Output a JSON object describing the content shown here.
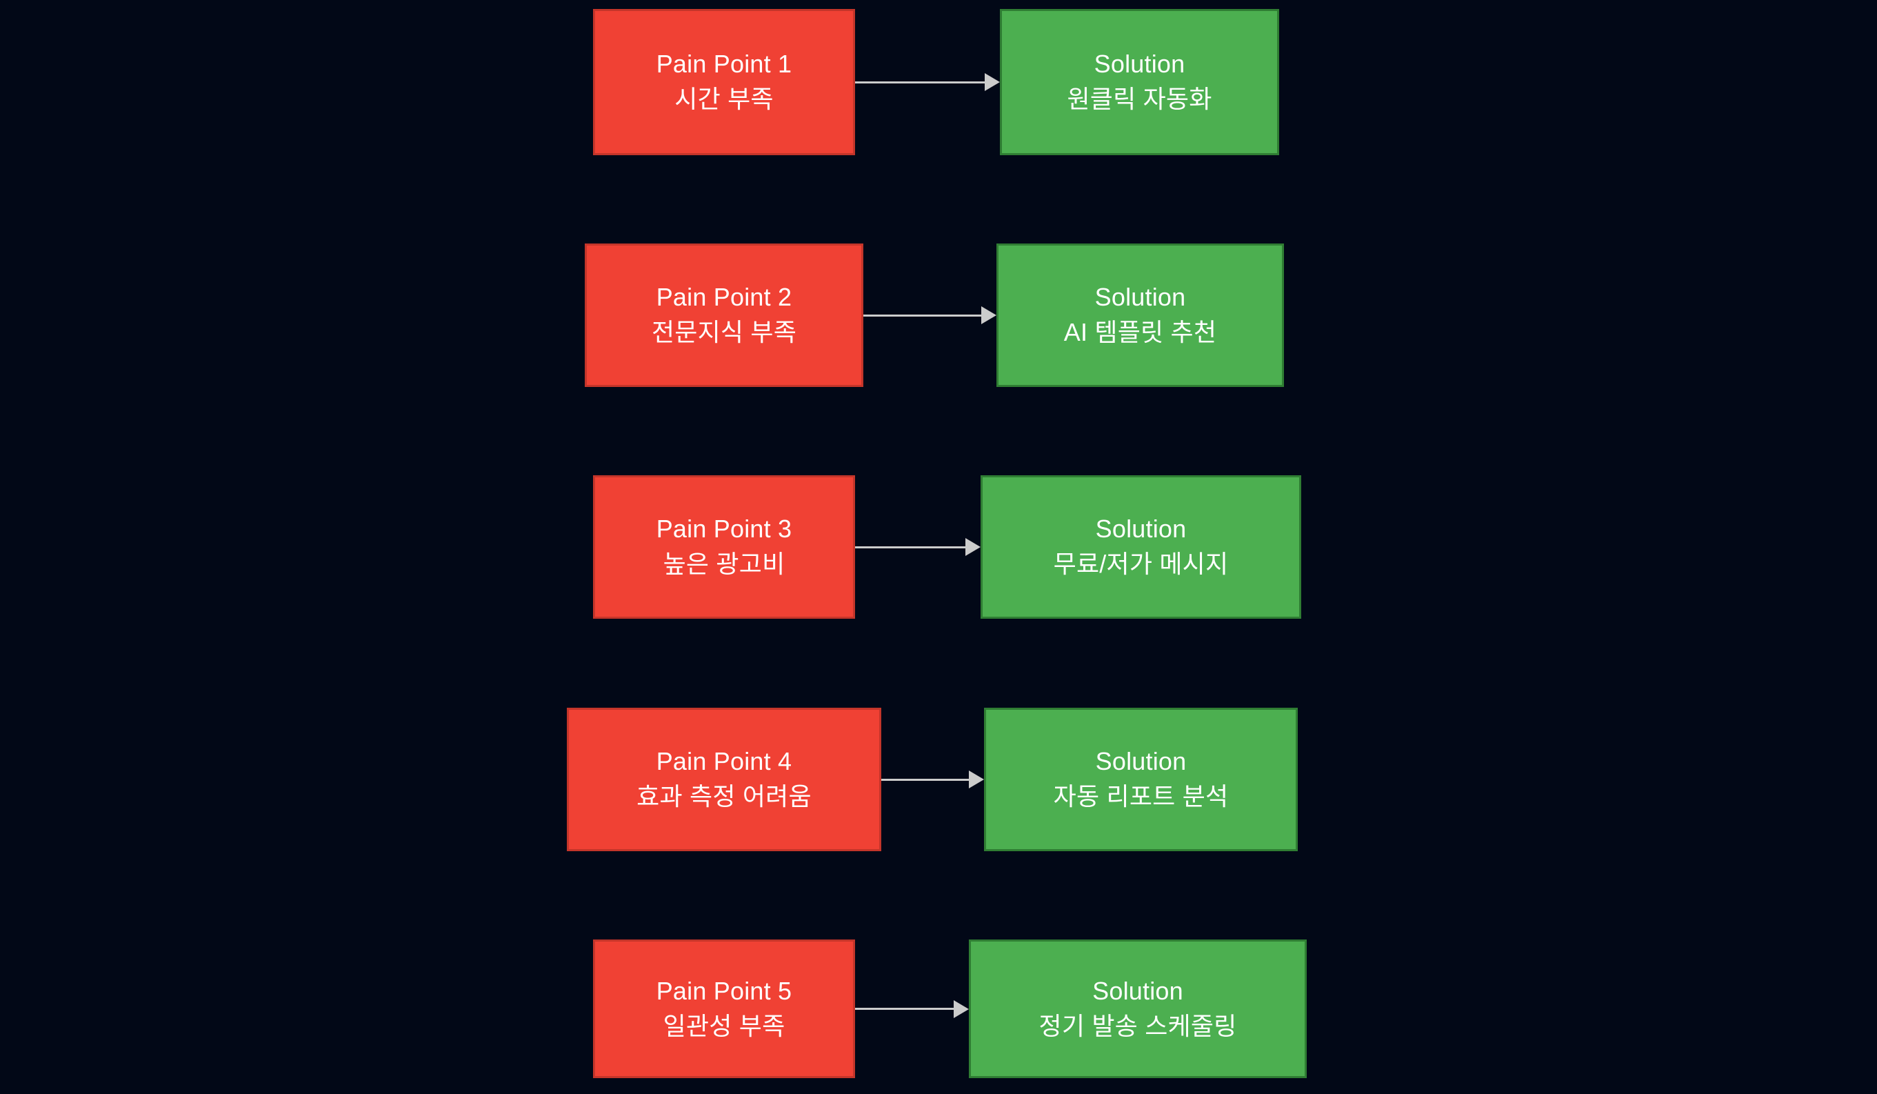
{
  "diagram": {
    "type": "flowchart",
    "direction": "left-to-right",
    "background_color": "#020817",
    "pain_color": "#F04134",
    "solution_color": "#4CAF50",
    "edge_color": "#CCCCCC",
    "text_color": "#FFFFFF",
    "rows": [
      {
        "pain": {
          "title": "Pain Point 1",
          "detail": "시간 부족"
        },
        "edge": {
          "label": "",
          "arrow": "arrow-right-icon"
        },
        "solution": {
          "title": "Solution",
          "detail": "원클릭 자동화"
        }
      },
      {
        "pain": {
          "title": "Pain Point 2",
          "detail": "전문지식 부족"
        },
        "edge": {
          "label": "",
          "arrow": "arrow-right-icon"
        },
        "solution": {
          "title": "Solution",
          "detail": "AI 템플릿 추천"
        }
      },
      {
        "pain": {
          "title": "Pain Point 3",
          "detail": "높은 광고비"
        },
        "edge": {
          "label": "",
          "arrow": "arrow-right-icon"
        },
        "solution": {
          "title": "Solution",
          "detail": "무료/저가 메시지"
        }
      },
      {
        "pain": {
          "title": "Pain Point 4",
          "detail": "효과 측정 어려움"
        },
        "edge": {
          "label": "",
          "arrow": "arrow-right-icon"
        },
        "solution": {
          "title": "Solution",
          "detail": "자동 리포트 분석"
        }
      },
      {
        "pain": {
          "title": "Pain Point 5",
          "detail": "일관성 부족"
        },
        "edge": {
          "label": "",
          "arrow": "arrow-right-icon"
        },
        "solution": {
          "title": "Solution",
          "detail": "정기 발송 스케줄링"
        }
      }
    ]
  }
}
